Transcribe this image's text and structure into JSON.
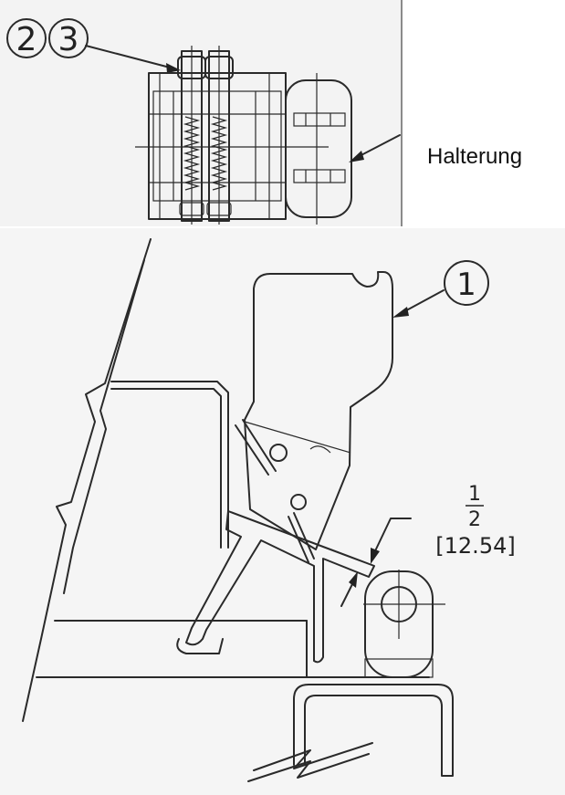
{
  "labels": {
    "holder": "Halterung",
    "callout_1": "1",
    "callout_2": "2",
    "callout_3": "3",
    "dim_fraction_numerator": "1",
    "dim_fraction_denominator": "2",
    "dim_metric": "[12.54]"
  }
}
